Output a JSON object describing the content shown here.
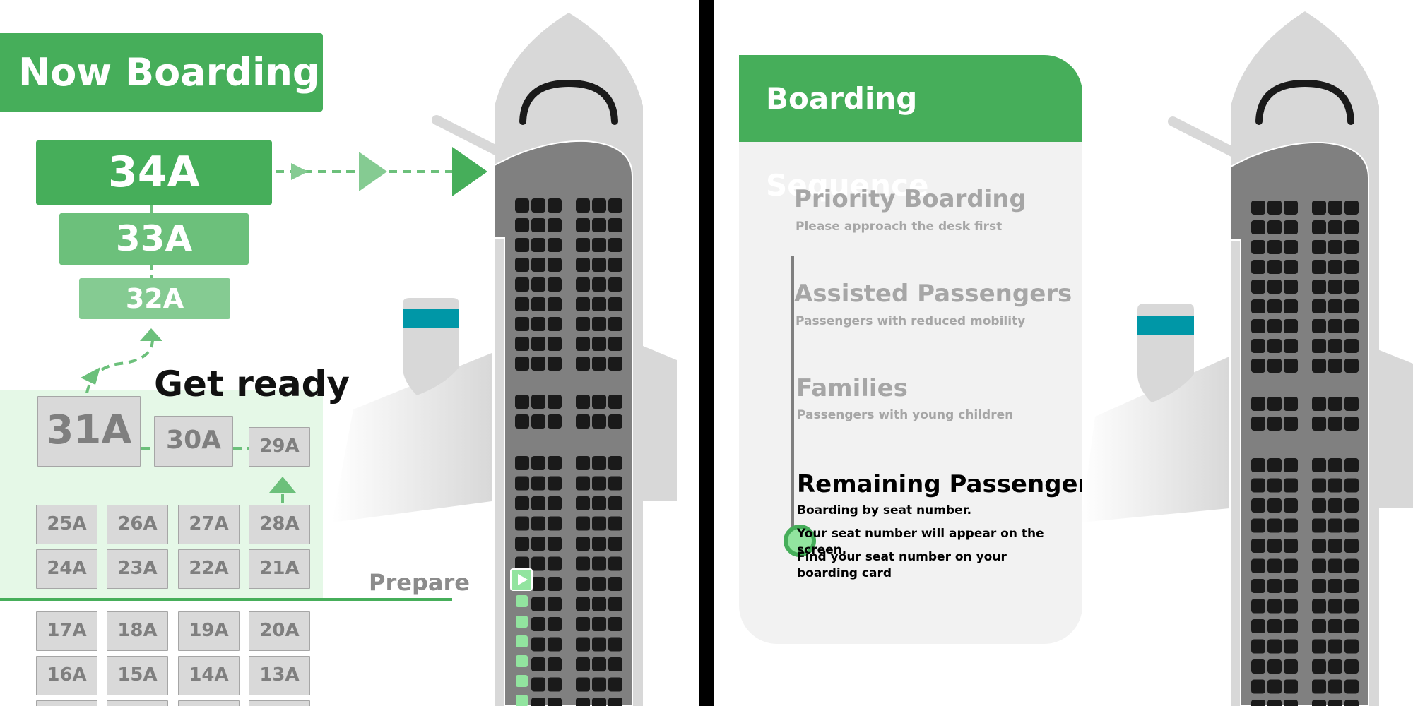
{
  "left": {
    "header": "Now Boarding",
    "current_rows": [
      "34A",
      "33A",
      "32A"
    ],
    "get_ready_label": "Get ready",
    "get_ready_rows": {
      "upper": [
        "31A",
        "30A",
        "29A"
      ],
      "row2": [
        "25A",
        "26A",
        "27A",
        "28A"
      ],
      "row3": [
        "24A",
        "23A",
        "22A",
        "21A"
      ]
    },
    "prepare_label": "Prepare",
    "prepare_rows": {
      "row1": [
        "17A",
        "18A",
        "19A",
        "20A"
      ],
      "row2": [
        "16A",
        "15A",
        "14A",
        "13A"
      ]
    }
  },
  "right": {
    "header": "Boarding Sequence",
    "steps": [
      {
        "title": "Priority Boarding",
        "subtitle": "Please approach the desk first"
      },
      {
        "title": "Assisted Passengers",
        "subtitle": "Passengers with reduced mobility"
      },
      {
        "title": "Families",
        "subtitle": "Passengers with young children"
      },
      {
        "title": "Remaining Passengers",
        "lines": [
          "Boarding by seat number.",
          "Your seat number will appear on the screen.",
          "Find your seat number on your boarding card"
        ]
      }
    ]
  },
  "colors": {
    "accent": "#46ae5a",
    "accent_light": "#85cb92",
    "zone_bg": "#e5f8e7",
    "fuselage": "#d8d8d8",
    "cabin": "#808080",
    "seat_dark": "#1a1a1a",
    "engine_stripe": "#0097a7"
  },
  "icons": [
    "airplane-icon",
    "play-arrow-icon",
    "arrow-right-icon",
    "arrow-up-icon"
  ]
}
